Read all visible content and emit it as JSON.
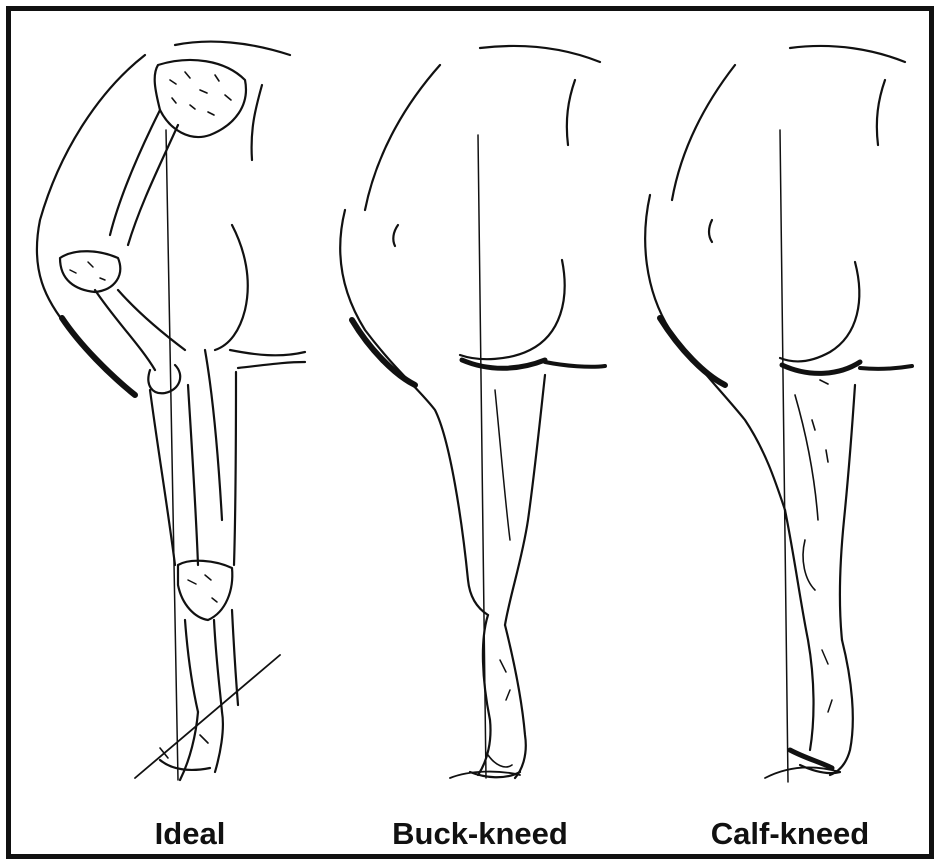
{
  "panels": [
    {
      "label": "Ideal"
    },
    {
      "label": "Buck-kneed"
    },
    {
      "label": "Calf-kneed"
    }
  ],
  "colors": {
    "ink": "#111111",
    "background": "#ffffff"
  }
}
